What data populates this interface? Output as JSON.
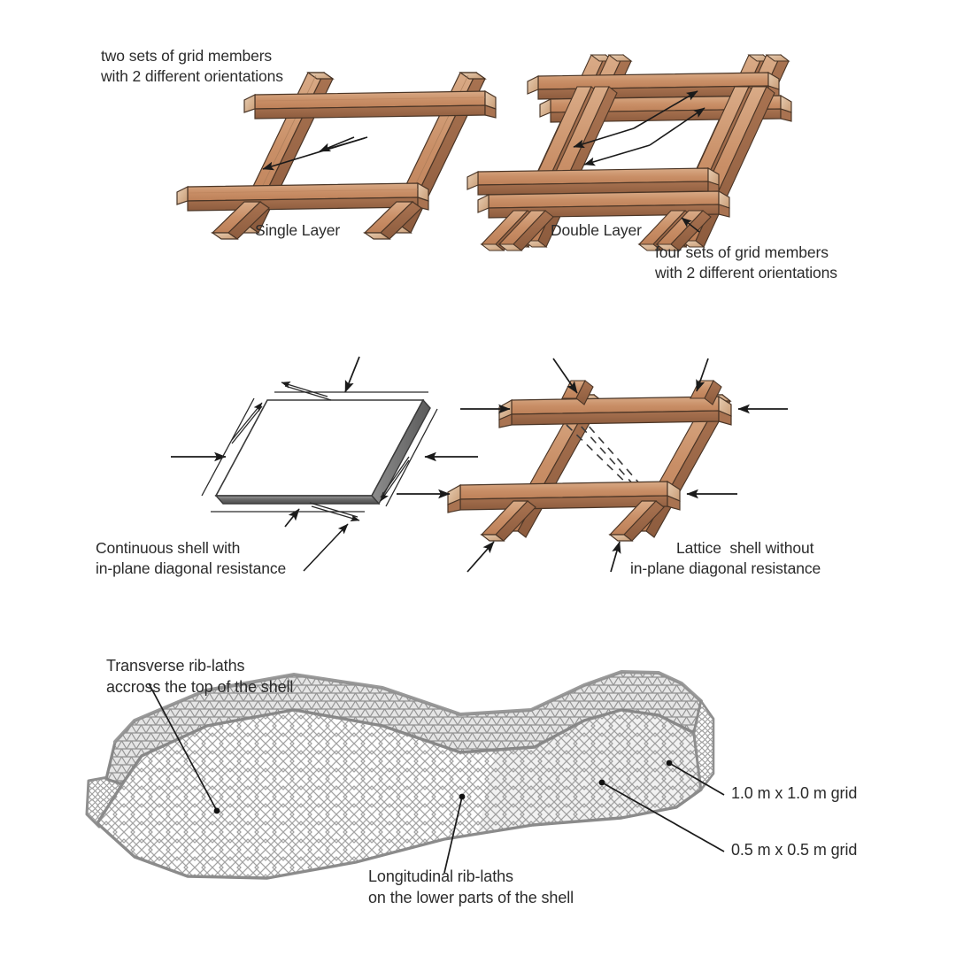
{
  "figure": {
    "title": "Lattice / gridshell structural diagram",
    "background": "#ffffff"
  },
  "colors": {
    "wood_top": "#c68e66",
    "wood_top_light": "#d6a884",
    "wood_side": "#a06a48",
    "wood_end": "#e0c3a6",
    "wood_outline": "#4a3526",
    "slab_face": "#ffffff",
    "slab_edge_dark": "#5e5e5e",
    "slab_edge_light": "#a8a8a8",
    "mesh_gray": "#8f8f8f",
    "mesh_light": "#bdbdbd",
    "arrow": "#1a1a1a",
    "text": "#2b2b2b"
  },
  "panels": {
    "top": {
      "note_left": "two sets of grid members\nwith 2 different orientations",
      "note_left_line1": "two sets of grid members",
      "note_left_line2": "with 2 different orientations",
      "caption_single": "Single Layer",
      "caption_double": "Double Layer",
      "note_right_line1": "four sets of grid members",
      "note_right_line2": "with 2 different orientations"
    },
    "middle": {
      "caption_left_line1": "Continuous shell with",
      "caption_left_line2": "in-plane diagonal resistance",
      "caption_right_line1": "Lattice  shell without",
      "caption_right_line2": "in-plane diagonal resistance"
    },
    "bottom": {
      "note_top_line1": "Transverse rib-laths",
      "note_top_line2": "accross the top of the shell",
      "note_bottom_line1": "Longitudinal rib-laths",
      "note_bottom_line2": "on the lower parts of the shell",
      "grid_coarse_label": "1.0 m x 1.0 m grid",
      "grid_fine_label": "0.5 m x 0.5 m grid"
    }
  }
}
